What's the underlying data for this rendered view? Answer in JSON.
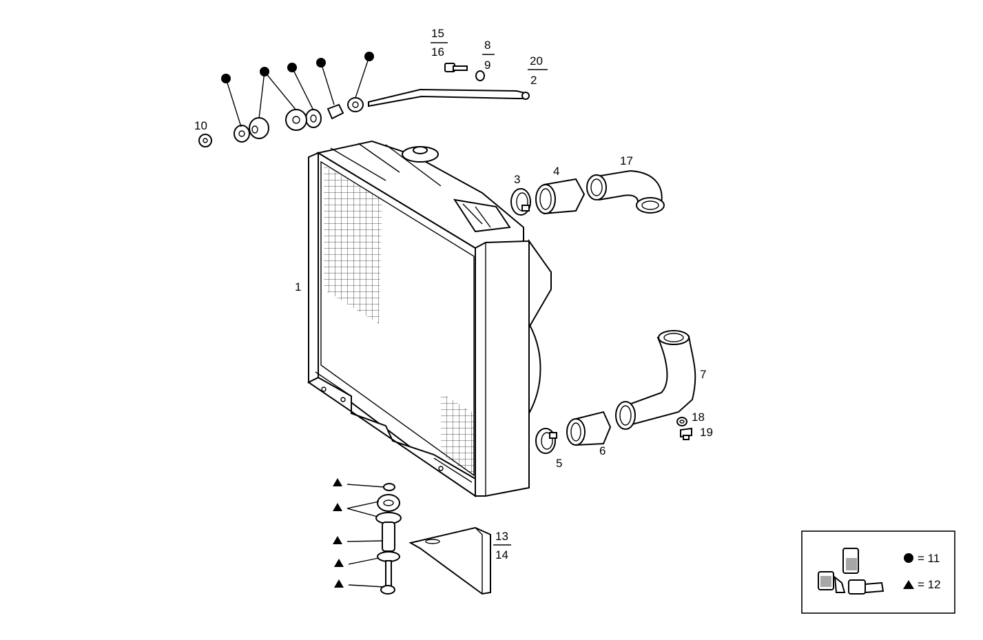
{
  "callouts": {
    "c1": "1",
    "c2": "2",
    "c3": "3",
    "c4": "4",
    "c5": "5",
    "c6": "6",
    "c7": "7",
    "c8": "8",
    "c9": "9",
    "c10": "10",
    "c13": "13",
    "c14": "14",
    "c15": "15",
    "c16": "16",
    "c17": "17",
    "c18": "18",
    "c19": "19",
    "c20": "20"
  },
  "legend": {
    "dot_entry": "= 11",
    "triangle_entry": "= 12"
  },
  "colors": {
    "line": "#000000",
    "background": "#ffffff"
  }
}
